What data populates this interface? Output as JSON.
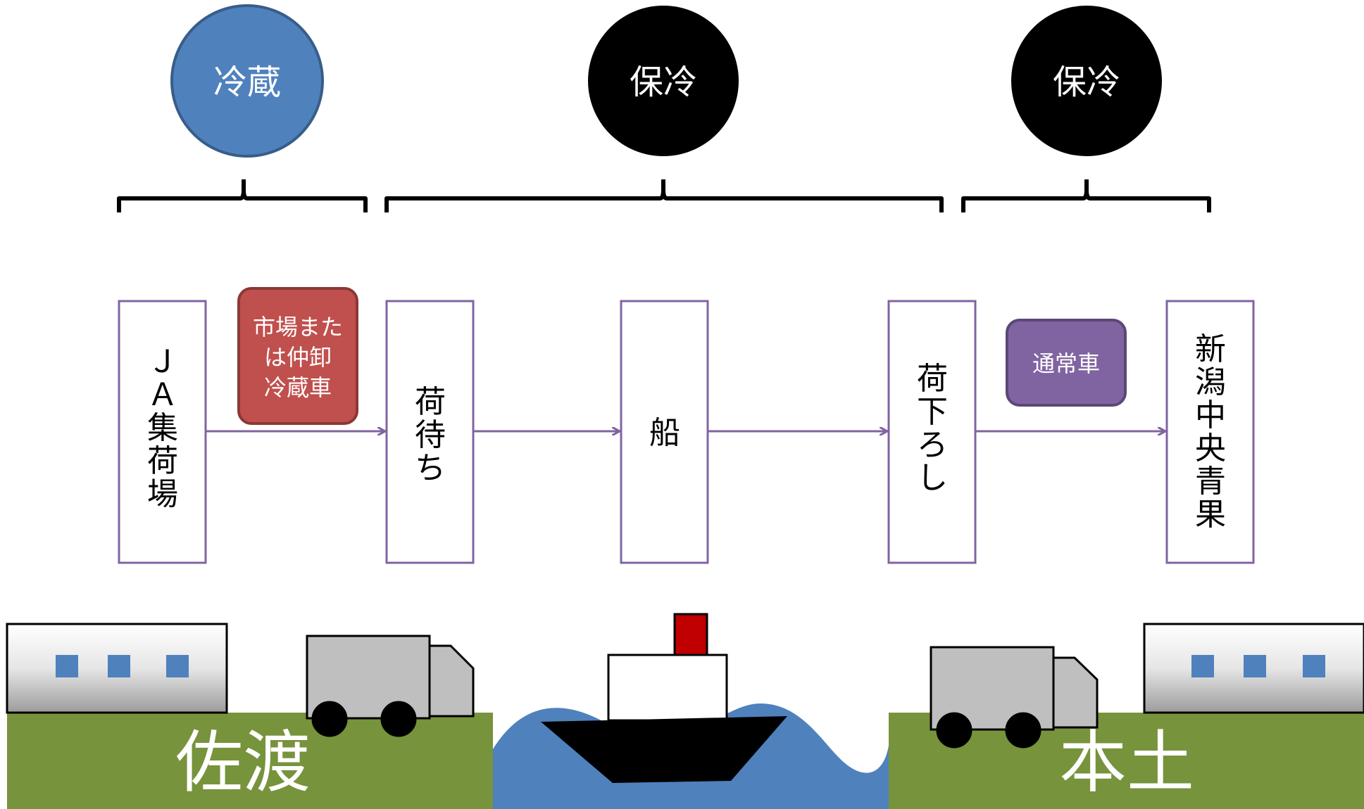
{
  "temperature_zones": [
    {
      "label": "冷蔵",
      "fill": "#4F81BD"
    },
    {
      "label": "保冷",
      "fill": "#000000"
    },
    {
      "label": "保冷",
      "fill": "#000000"
    }
  ],
  "stages": {
    "ja": [
      "Ｊ",
      "Ａ",
      "集",
      "荷",
      "場"
    ],
    "wait": [
      "荷",
      "待",
      "ち"
    ],
    "ship": [
      "船"
    ],
    "unload": [
      "荷",
      "下",
      "ろ",
      "し"
    ],
    "market": [
      "新",
      "潟",
      "中",
      "央",
      "青",
      "果"
    ]
  },
  "vehicle_labels": {
    "refrigerated": [
      "市場また",
      "は仲卸",
      "冷蔵車"
    ],
    "regular": [
      "通常車"
    ]
  },
  "locations": {
    "sado": "佐渡",
    "mainland": "本土"
  },
  "colors": {
    "box_border": "#8064A2",
    "arrow": "#8064A2",
    "refrigerated_badge": "#C0504D",
    "regular_badge": "#8064A2",
    "ground": "#77933C",
    "sea": "#4F81BD",
    "truck": "#BFBFBF",
    "funnel": "#C00000"
  }
}
